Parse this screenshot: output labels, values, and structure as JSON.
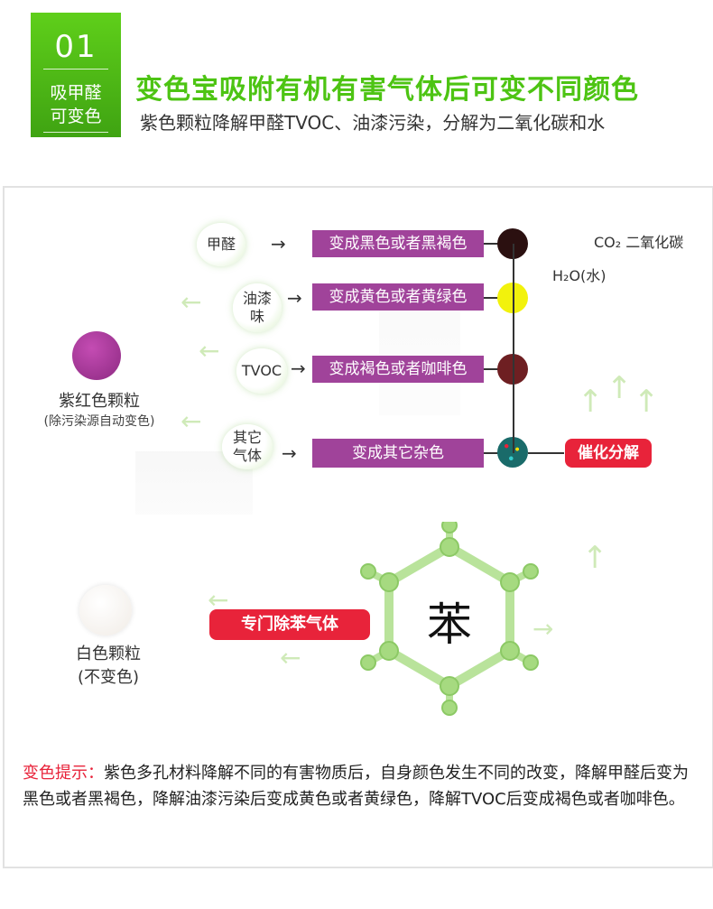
{
  "header": {
    "badge_number": "01",
    "badge_title_1": "吸甲醛",
    "badge_title_2": "可变色",
    "headline": "变色宝吸附有机有害气体后可变不同颜色",
    "subline": "紫色颗粒降解甲醛TVOC、油漆污染，分解为二氧化碳和水"
  },
  "diagram": {
    "rows": [
      {
        "source": "甲醛",
        "result": "变成黑色或者黑褐色",
        "color": "#2b1010"
      },
      {
        "source": "油漆味",
        "result": "变成黄色或者黄绿色",
        "color": "#f2f20c"
      },
      {
        "source": "TVOC",
        "result": "变成褐色或者咖啡色",
        "color": "#6e1f22"
      },
      {
        "source": "其它气体",
        "result": "变成其它杂色",
        "color": "#1a6b6a"
      }
    ],
    "co2_label": "CO₂ 二氧化碳",
    "h2o_label": "H₂O(水)",
    "catalytic_label": "催化分解",
    "purple_granule_label": "紫红色颗粒",
    "purple_granule_note": "(除污染源自动变色)",
    "white_granule_label": "白色颗粒",
    "white_granule_note": "(不变色)",
    "benzene_char": "苯",
    "benzene_pill": "专门除苯气体"
  },
  "tip": {
    "key": "变色提示：",
    "text": "紫色多孔材料降解不同的有害物质后，自身颜色发生不同的改变，降解甲醛后变为黑色或者黑褐色，降解油漆污染后变成黄色或者黄绿色，降解TVOC后变成褐色或者咖啡色。"
  },
  "colors": {
    "accent_green": "#4dc413",
    "box_purple": "#a0439a",
    "pill_red": "#e8233a"
  }
}
